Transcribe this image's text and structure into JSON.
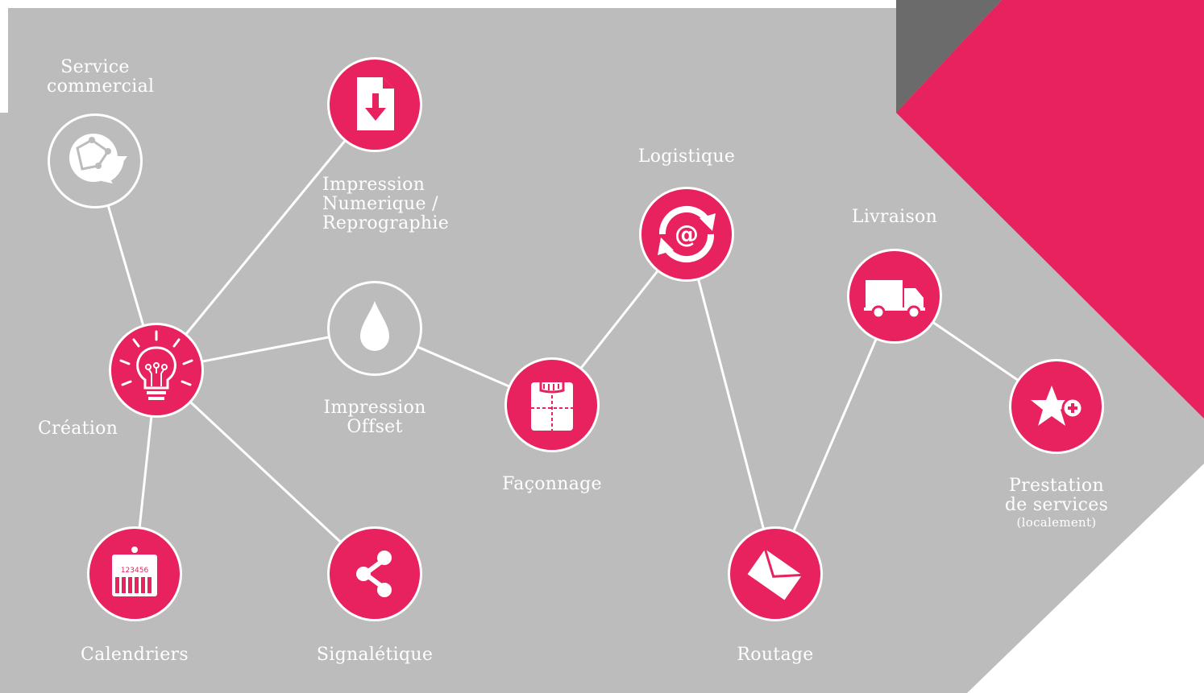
{
  "colors": {
    "background": "#bcbcbc",
    "accent": "#e8215f",
    "dark": "#6b6b6b",
    "white": "#ffffff"
  },
  "nodes": {
    "service_commercial": {
      "label_1": "Service",
      "label_2": "commercial",
      "icon": "globe-refresh-icon",
      "filled": false
    },
    "impression_numerique": {
      "label_1": "Impression",
      "label_2": "Numerique /",
      "label_3": "Reprographie",
      "icon": "file-download-icon",
      "filled": true
    },
    "logistique": {
      "label": "Logistique",
      "icon": "at-sync-icon",
      "filled": true
    },
    "livraison": {
      "label": "Livraison",
      "icon": "truck-icon",
      "filled": true
    },
    "creation": {
      "label": "Création",
      "icon": "lightbulb-icon",
      "filled": true
    },
    "impression_offset": {
      "label_1": "Impression",
      "label_2": "Offset",
      "icon": "drop-icon",
      "filled": false
    },
    "faconnage": {
      "label": "Façonnage",
      "icon": "folded-package-icon",
      "filled": true
    },
    "prestation": {
      "label_1": "Prestation",
      "label_2": "de services",
      "label_3": "(localement)",
      "icon": "star-plus-icon",
      "filled": true
    },
    "calendriers": {
      "label": "Calendriers",
      "icon": "calendar-icon",
      "filled": true,
      "digits": "123456"
    },
    "signaletique": {
      "label": "Signalétique",
      "icon": "share-icon",
      "filled": true
    },
    "routage": {
      "label": "Routage",
      "icon": "envelope-icon",
      "filled": true
    }
  }
}
